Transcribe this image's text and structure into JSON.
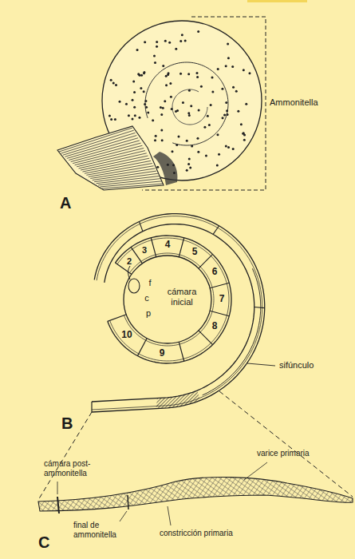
{
  "diagram": {
    "labels": [
      "A",
      "Ammonitella",
      "B",
      "2",
      "3",
      "4",
      "5",
      "6",
      "7",
      "8",
      "9",
      "10",
      "f",
      "c",
      "p",
      "cámara inicial",
      "sifúnculo",
      "C",
      "cámara post-ammonitella",
      "varice primaria",
      "final de ammonitella",
      "constricción primaria"
    ]
  }
}
